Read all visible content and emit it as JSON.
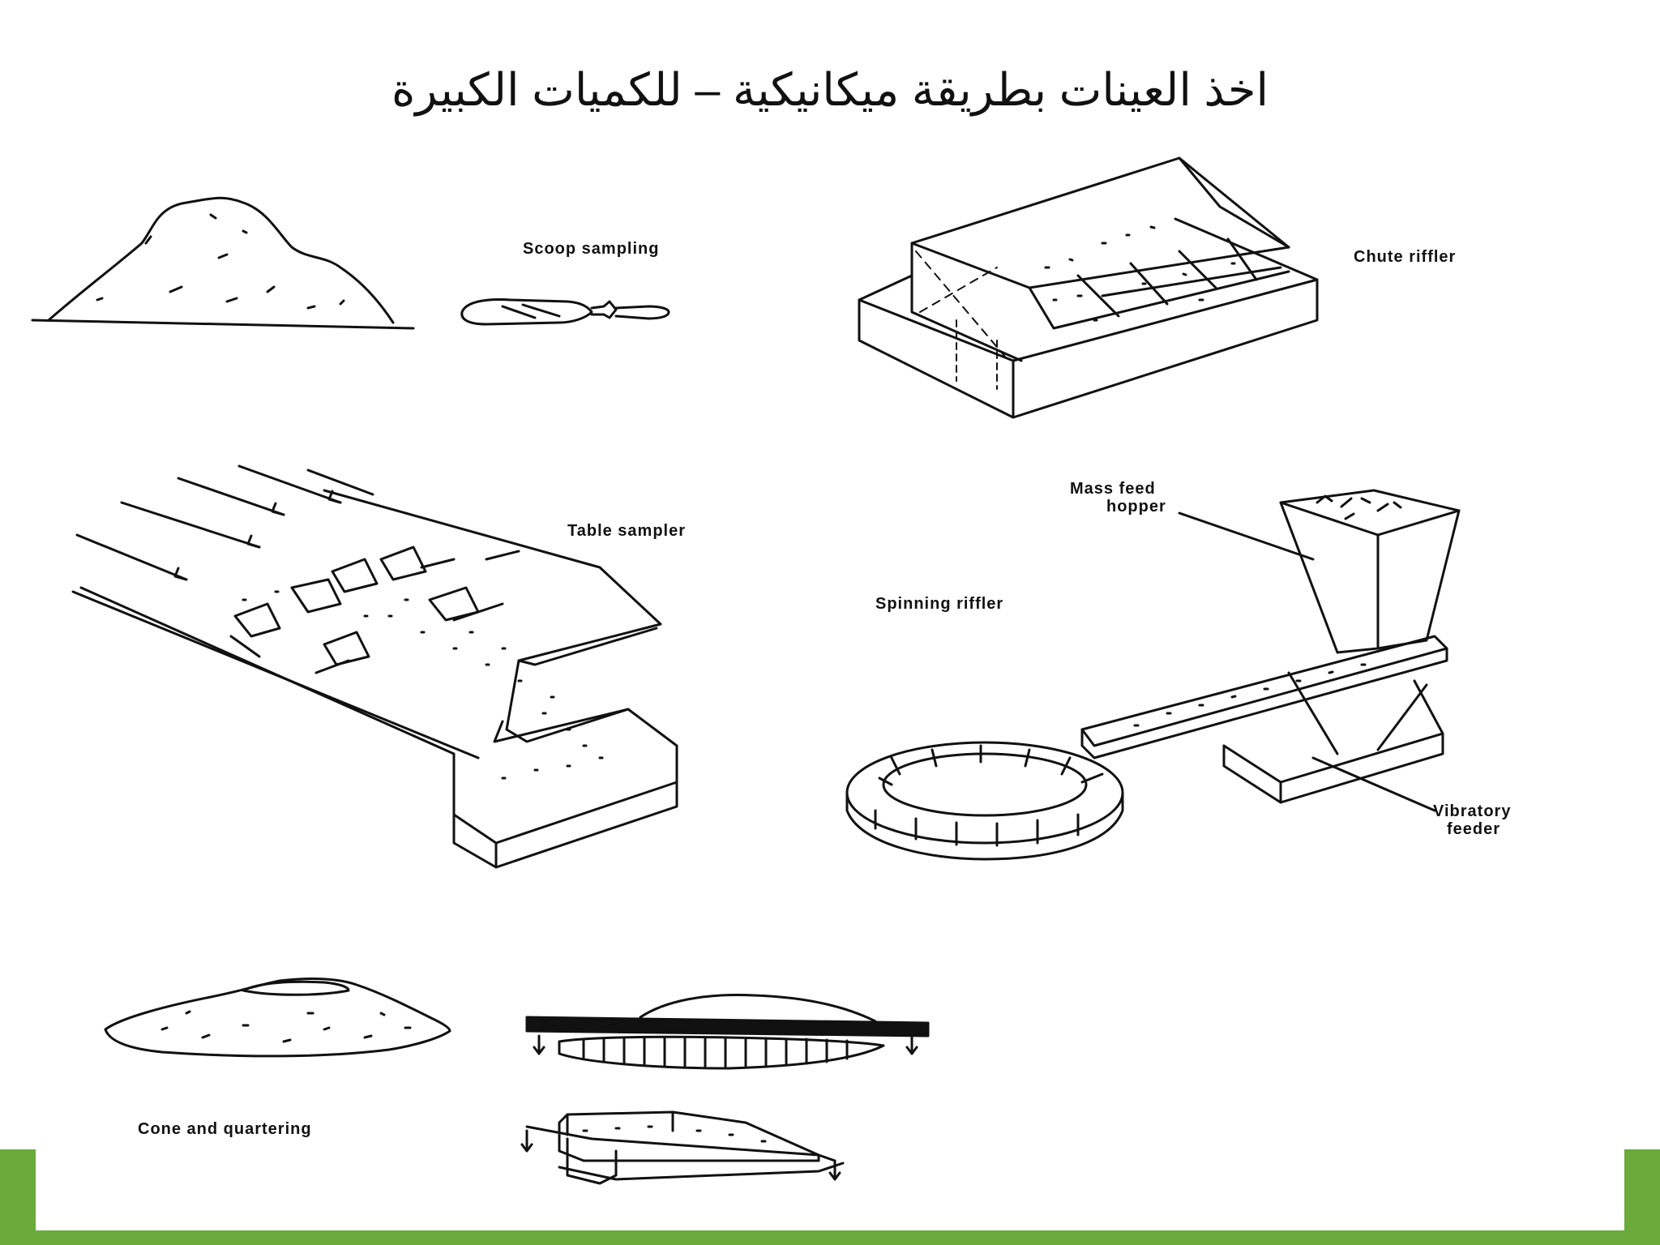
{
  "slide": {
    "title": "اخذ العينات بطريقة ميكانيكية – للكميات الكبيرة",
    "accent_color": "#6aaa3a"
  },
  "labels": {
    "scoop_sampling": "Scoop sampling",
    "chute_riffler": "Chute riffler",
    "table_sampler": "Table sampler",
    "mass_feed_hopper_line1": "Mass feed",
    "mass_feed_hopper_line2": "hopper",
    "spinning_riffler": "Spinning riffler",
    "vibratory_feeder_line1": "Vibratory",
    "vibratory_feeder_line2": "feeder",
    "cone_and_quartering": "Cone and quartering"
  }
}
